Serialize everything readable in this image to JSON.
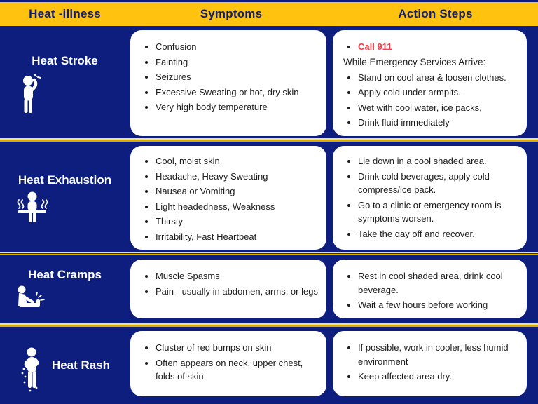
{
  "colors": {
    "background_navy": "#0d1e7e",
    "header_yellow": "#ffc20e",
    "divider_gold": "#dca904",
    "divider_light_yellow": "#f8e469",
    "card_white": "#ffffff",
    "body_text": "#1d1d1d",
    "emergency_red": "#f63e42",
    "label_white": "#ffffff"
  },
  "header": {
    "columns": [
      "Heat -illness",
      "Symptoms",
      "Action Steps"
    ]
  },
  "rows": [
    {
      "label": "Heat Stroke",
      "icon": "heat-stroke-person-icon",
      "symptoms": [
        "Confusion",
        "Fainting",
        "Seizures",
        "Excessive Sweating or hot, dry skin",
        "Very high body temperature"
      ],
      "actions": {
        "emergency": "Call 911",
        "subheading": "While Emergency Services Arrive:",
        "steps": [
          "Stand on cool area & loosen clothes.",
          "Apply cold under armpits.",
          "Wet with cool water, ice packs,",
          "Drink fluid immediately"
        ]
      }
    },
    {
      "label": "Heat Exhaustion",
      "icon": "heat-exhaustion-person-icon",
      "symptoms": [
        "Cool, moist skin",
        "Headache, Heavy Sweating",
        "Nausea or Vomiting",
        "Light headedness, Weakness",
        "Thirsty",
        "Irritability, Fast Heartbeat"
      ],
      "actions": {
        "steps": [
          "Lie down in a cool shaded area.",
          "Drink cold beverages, apply cold compress/ice pack.",
          "Go to a clinic or emergency room is symptoms worsen.",
          "Take the day off and recover."
        ]
      }
    },
    {
      "label": "Heat Cramps",
      "icon": "heat-cramps-person-icon",
      "symptoms": [
        "Muscle Spasms",
        "Pain - usually in abdomen, arms, or legs"
      ],
      "actions": {
        "steps": [
          "Rest in cool shaded area, drink cool beverage.",
          "Wait a few hours before working"
        ]
      }
    },
    {
      "label": "Heat Rash",
      "icon": "heat-rash-person-icon",
      "symptoms": [
        "Cluster of red bumps on skin",
        "Often appears on neck, upper chest, folds of skin"
      ],
      "actions": {
        "steps": [
          "If possible, work in cooler, less humid environment",
          "Keep affected area dry."
        ]
      }
    }
  ]
}
